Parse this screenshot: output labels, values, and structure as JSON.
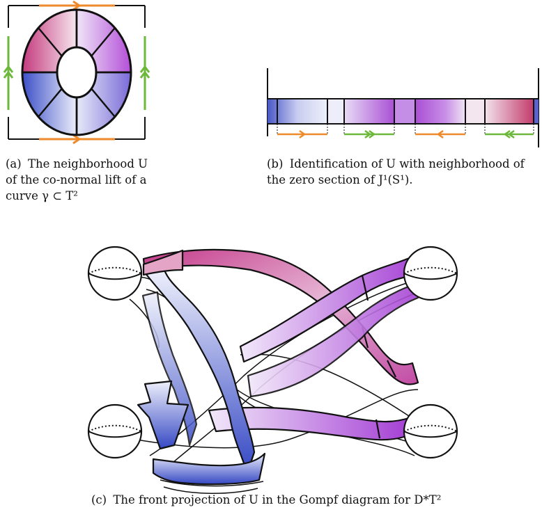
{
  "captions": {
    "a": {
      "label": "(a)",
      "text": "The neighborhood U of the co-normal lift of a curve γ ⊂ T²"
    },
    "b": {
      "label": "(b)",
      "text": "Identification of U with neighborhood of the zero section of J¹(S¹)."
    },
    "c": {
      "label": "(c)",
      "text": "The front projection of U in the Gompf diagram for D*T²"
    }
  },
  "colors": {
    "orange": "#ee8a2a",
    "green": "#6cb83a",
    "blue": "#3c4fc8",
    "violet": "#b34fd8",
    "magenta": "#c43a7e",
    "outline": "#111111"
  }
}
